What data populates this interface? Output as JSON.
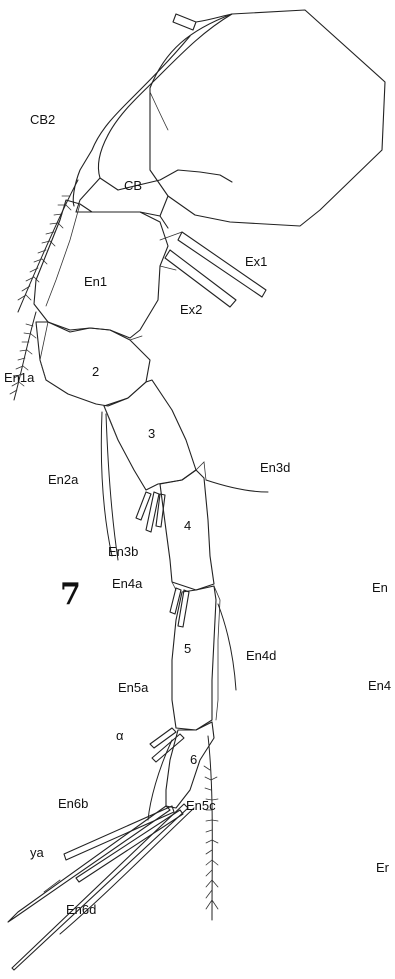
{
  "figure": {
    "number": "7",
    "labels": {
      "cb2": "CB2",
      "cb": "CB",
      "en1": "En1",
      "ex1": "Ex1",
      "ex2": "Ex2",
      "seg2": "2",
      "en1a": "En1a",
      "seg3": "3",
      "en2a": "En2a",
      "en3d": "En3d",
      "seg4": "4",
      "en3b": "En3b",
      "en4a": "En4a",
      "seg5": "5",
      "en4d": "En4d",
      "en5a": "En5a",
      "alpha": "α",
      "seg6": "6",
      "en6b": "En6b",
      "en5c": "En5c",
      "ya": "ya",
      "en6d": "En6d"
    },
    "edge_labels": {
      "right_top": "En",
      "right_mid": "En4",
      "right_bottom": "Er"
    }
  }
}
